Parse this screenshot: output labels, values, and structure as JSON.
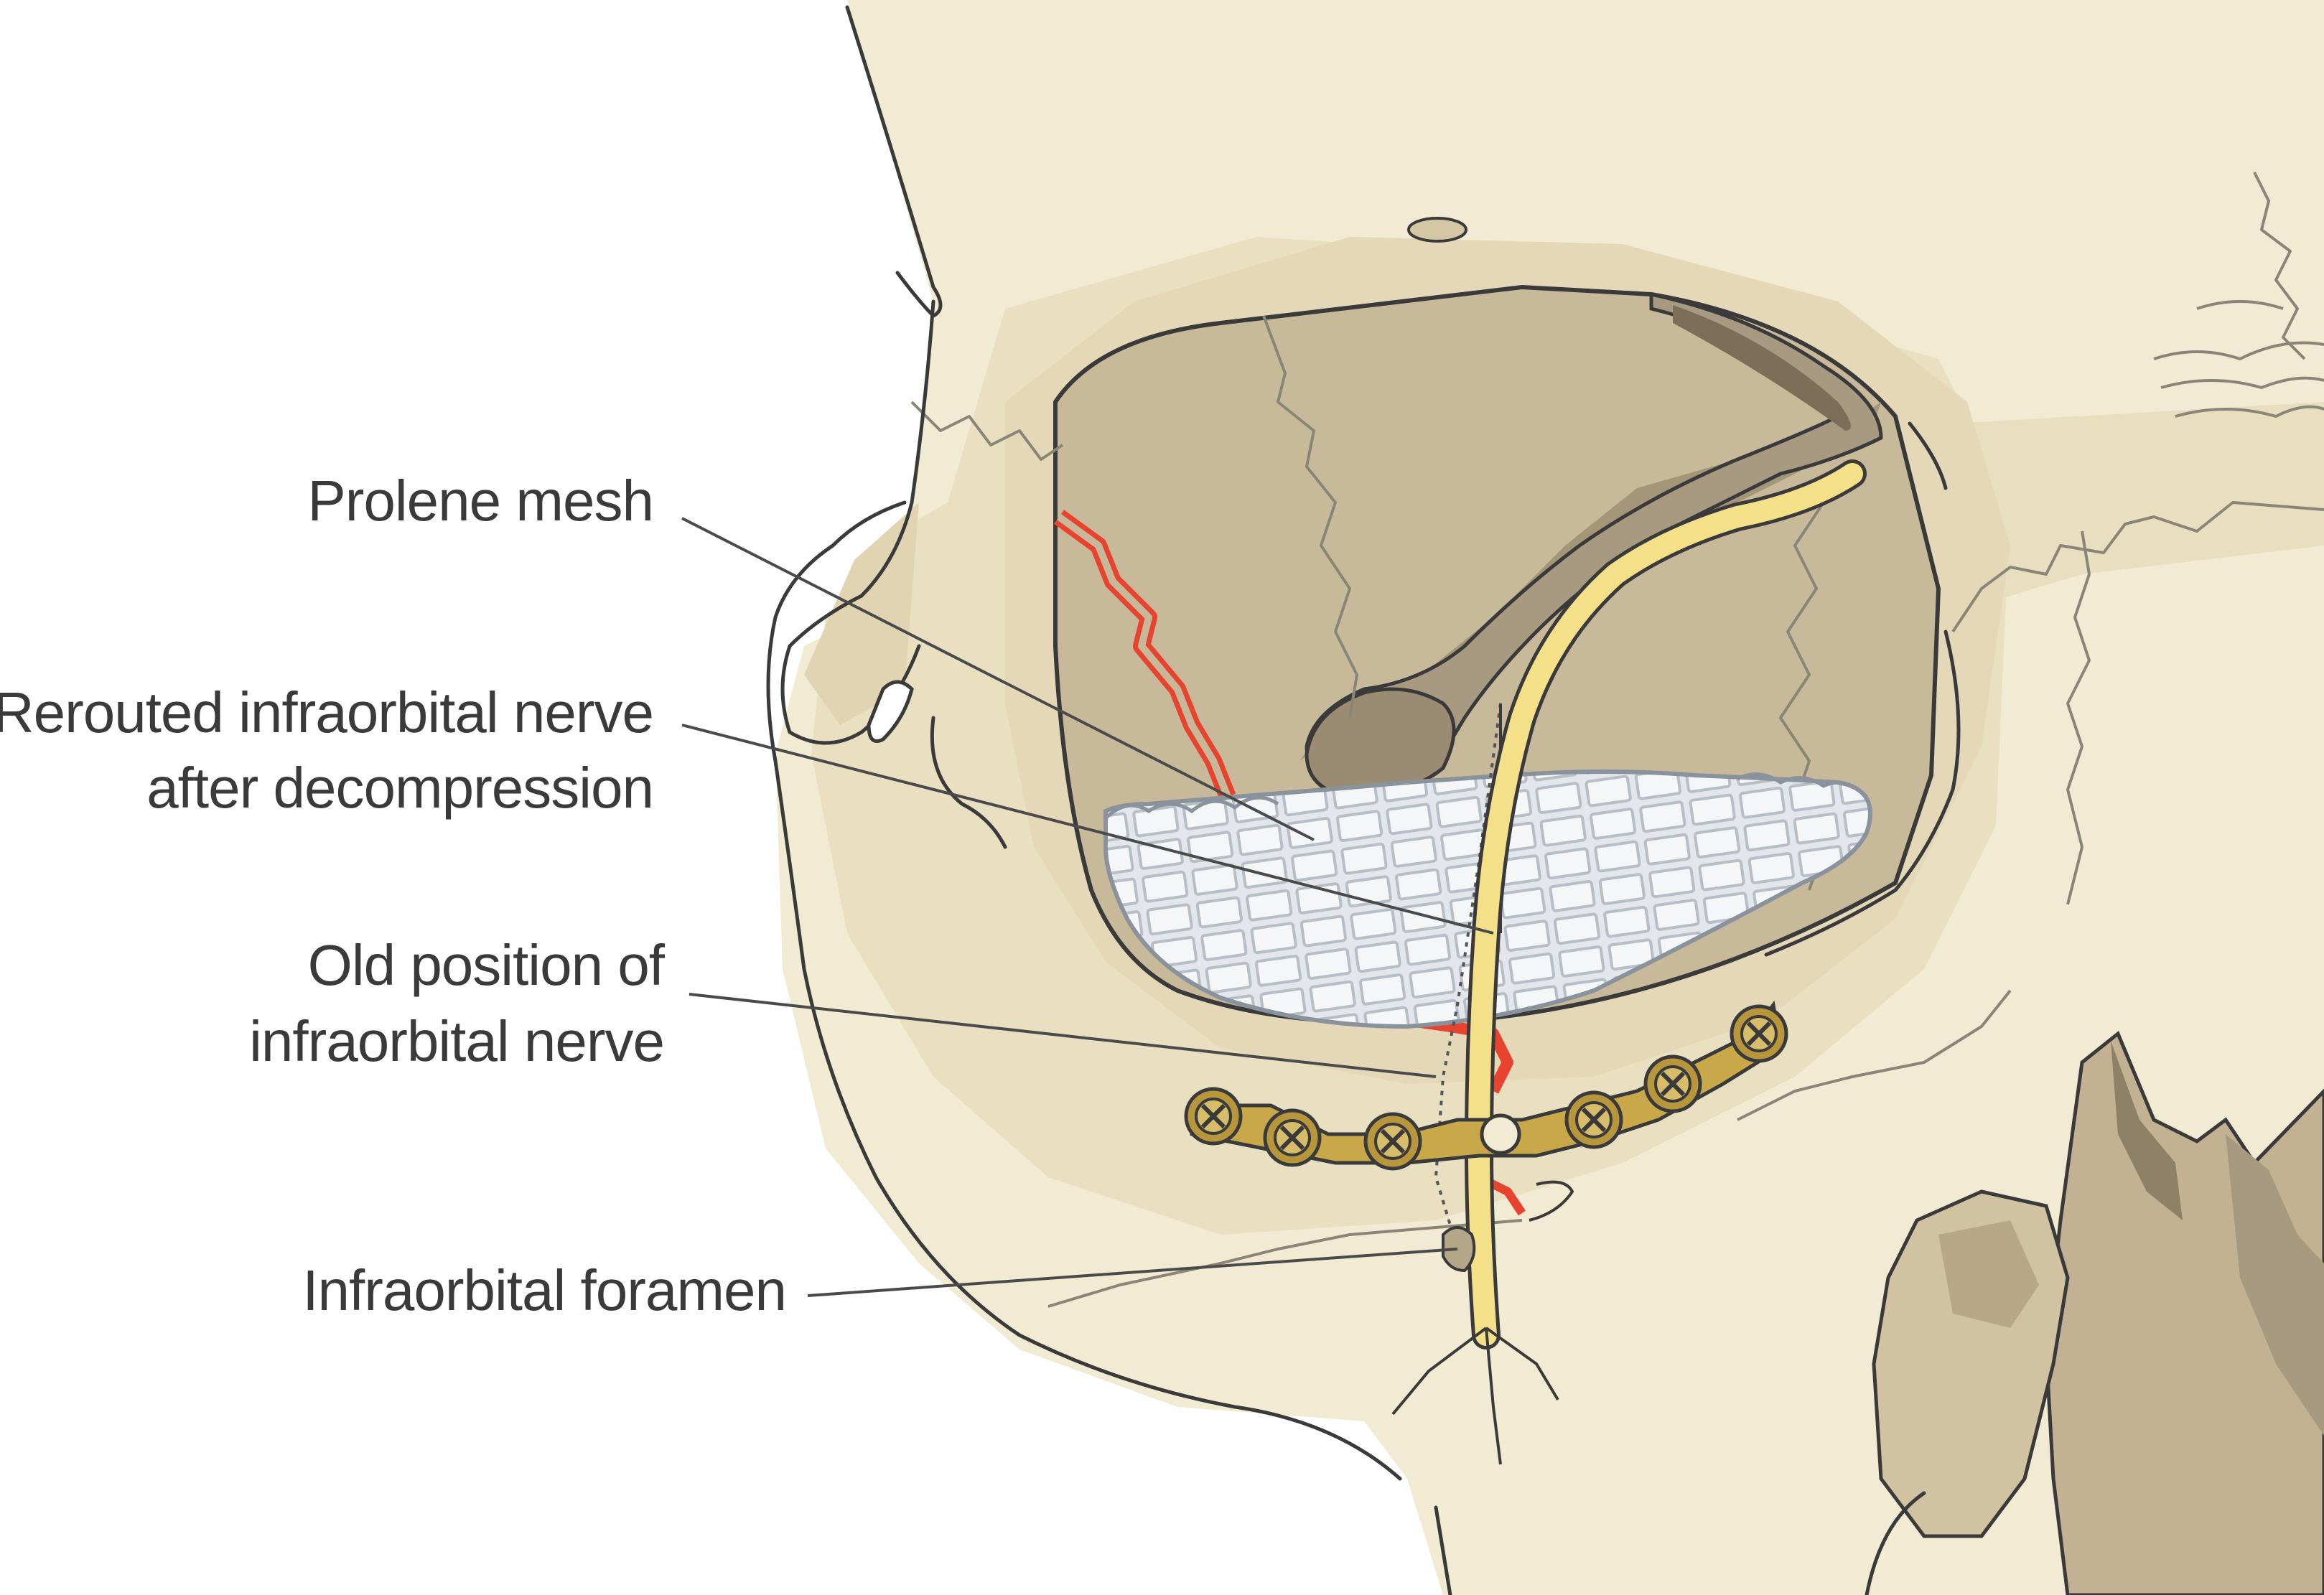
{
  "colors": {
    "bone_light": "#f2ebd3",
    "bone_mid": "#e6dcbc",
    "bone_shadow": "#d5c7a4",
    "cavity": "#b5a68a",
    "cavity_dark": "#9a8b72",
    "nerve": "#f5e08a",
    "vessel": "#e8432e",
    "mesh": "#dfe3e7",
    "plate": "#c9a84a",
    "outline": "#3a3a3a"
  },
  "labels": {
    "prolene_mesh": "Prolene mesh",
    "rerouted_line1": "Rerouted infraorbital nerve",
    "rerouted_line2": "after decompression",
    "old_position_line1": "Old position of",
    "old_position_line2": "infraorbital nerve",
    "foramen": "Infraorbital foramen"
  },
  "icons": {
    "plate": "titanium-miniplate-icon",
    "screw": "cross-screw-icon",
    "mesh": "mesh-implant-icon",
    "nerve": "nerve-icon"
  }
}
